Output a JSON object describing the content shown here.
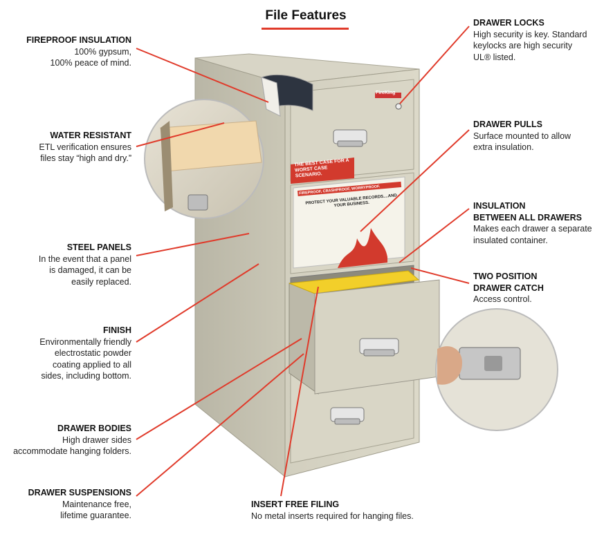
{
  "title": "File Features",
  "colors": {
    "accent": "#e03a2a",
    "cabinet": "#cfccbb",
    "folder": "#f2cf2a"
  },
  "cabinet": {
    "brand": "FireKing",
    "slogan": "THE BEST CASE FOR A WORST CASE SCENARIO.",
    "label_heading": "FIREPROOF, CRASHPROOF, WORRYPROOF.",
    "label_sub": "PROTECT YOUR VALUABLE RECORDS....AND YOUR BUSINESS."
  },
  "callouts": {
    "fireproof": {
      "heading": "FIREPROOF INSULATION",
      "text": "100% gypsum,\n100% peace of mind."
    },
    "water": {
      "heading": "WATER RESISTANT",
      "text": "ETL verification ensures\nfiles stay “high and dry.”"
    },
    "steel": {
      "heading": "STEEL PANELS",
      "text": "In the event that a panel\nis damaged, it can be\neasily replaced."
    },
    "finish": {
      "heading": "FINISH",
      "text": "Environmentally friendly\nelectrostatic powder\ncoating applied to all\nsides, including bottom."
    },
    "bodies": {
      "heading": "DRAWER BODIES",
      "text": "High drawer sides\naccommodate hanging folders."
    },
    "suspensions": {
      "heading": "DRAWER SUSPENSIONS",
      "text": "Maintenance free,\nlifetime guarantee."
    },
    "insert": {
      "heading": "INSERT FREE FILING",
      "text": "No metal inserts required for hanging files."
    },
    "locks": {
      "heading": "DRAWER LOCKS",
      "text": "High security is key. Standard\nkeylocks are high security\nUL® listed."
    },
    "pulls": {
      "heading": "DRAWER PULLS",
      "text": "Surface mounted to allow\nextra insulation."
    },
    "insulation": {
      "heading": "INSULATION\nBETWEEN ALL DRAWERS",
      "text": "Makes each drawer a separate\ninsulated container."
    },
    "catch": {
      "heading": "TWO POSITION\nDRAWER CATCH",
      "text": "Access control."
    }
  }
}
